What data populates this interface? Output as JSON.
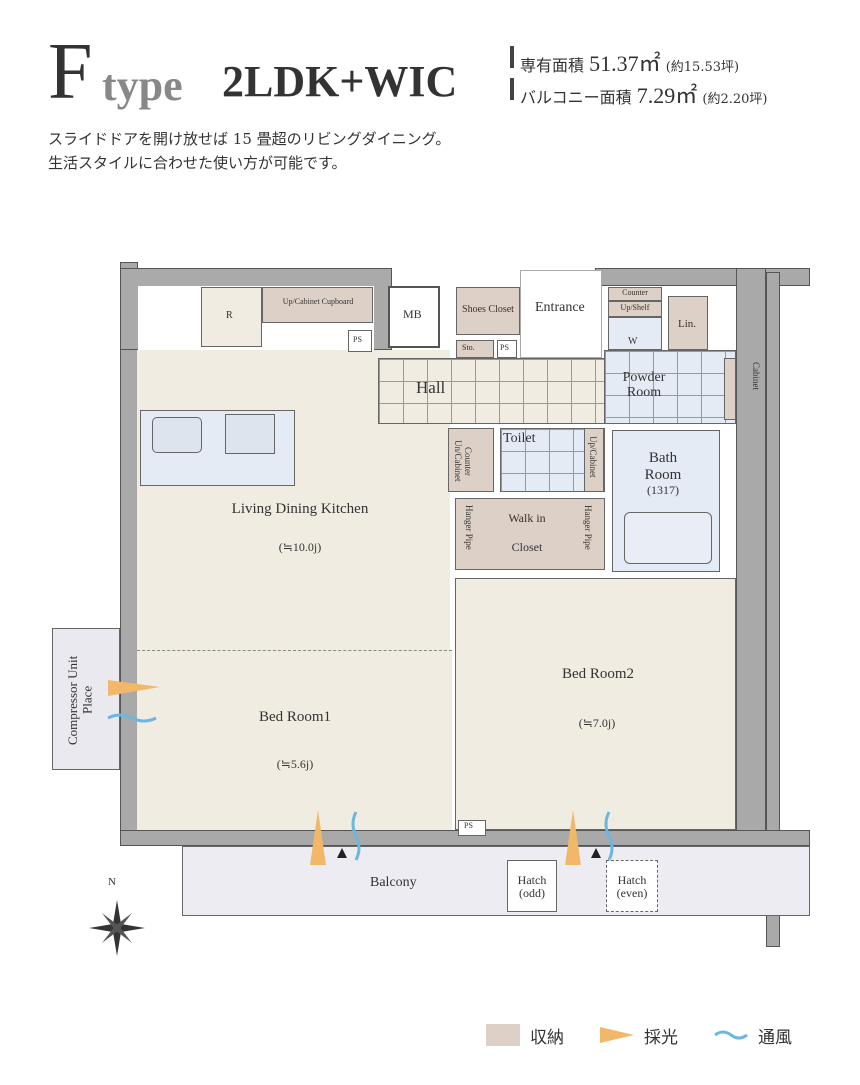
{
  "header": {
    "type_letter": "F",
    "type_word": "type",
    "layout": "2LDK+WIC",
    "area_label": "専有面積",
    "area_value": "51.37㎡",
    "area_tsubo": "(約15.53坪)",
    "balcony_label": "バルコニー面積",
    "balcony_value": "7.29㎡",
    "balcony_tsubo": "(約2.20坪)",
    "desc1": "スライドドアを開け放せば 15 畳超のリビングダイニング。",
    "desc2": "生活スタイルに合わせた使い方が可能です。"
  },
  "rooms": {
    "ldk": "Living Dining Kitchen",
    "ldk_size": "(≒10.0j)",
    "bed1": "Bed Room1",
    "bed1_size": "(≒5.6j)",
    "bed2": "Bed Room2",
    "bed2_size": "(≒7.0j)",
    "hall": "Hall",
    "entrance": "Entrance",
    "toilet": "Toilet",
    "powder": "Powder Room",
    "bath": "Bath Room",
    "bath_size": "(1317)",
    "wic1": "Walk in",
    "wic2": "Closet",
    "balcony": "Balcony",
    "mb": "MB",
    "shoes": "Shoes Closet",
    "sto": "Sto.",
    "ps": "PS",
    "r": "R",
    "upcab": "Up/Cabinet Cupboard",
    "counter": "Counter",
    "upshelf": "Up/Shelf",
    "w": "W",
    "lin": "Lin.",
    "cabinet": "Cabinet",
    "counter_cab": "Counter Un/Cabinet",
    "up_cab": "Up/Cabinet",
    "hanger": "Hanger Pipe",
    "hatch_odd": "Hatch (odd)",
    "hatch_even": "Hatch (even)",
    "compressor": "Compressor Unit Place",
    "north": "N"
  },
  "legend": {
    "storage": "収納",
    "light": "採光",
    "wind": "通風"
  },
  "colors": {
    "storage": "#ddd0c6",
    "light": "#f2b86a",
    "wind": "#6ab7e0"
  }
}
